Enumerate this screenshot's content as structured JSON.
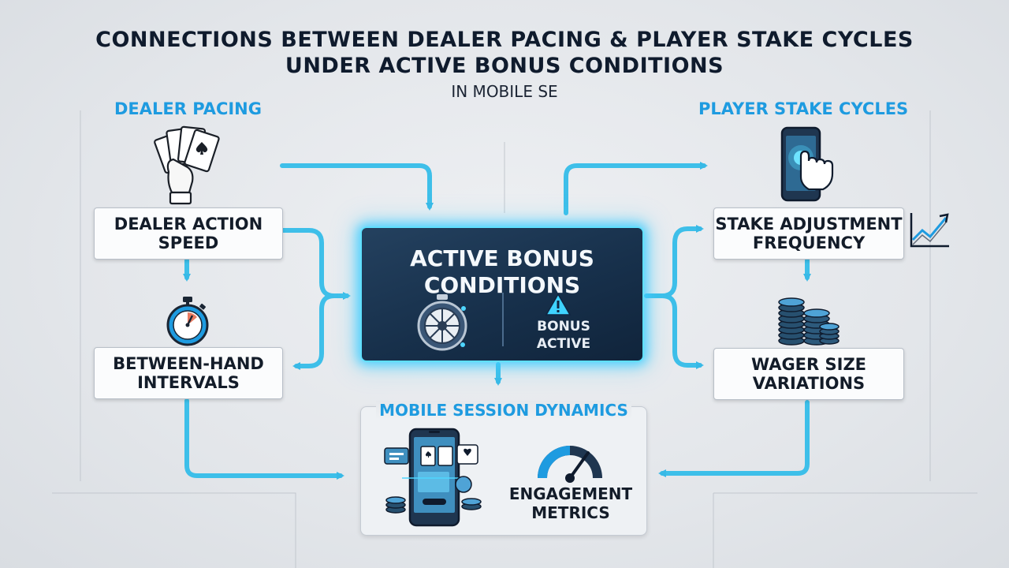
{
  "title": {
    "line1": "CONNECTIONS BETWEEN DEALER PACING & PLAYER STAKE CYCLES",
    "line2": "UNDER ACTIVE BONUS CONDITIONS",
    "subtitle": "IN MOBILE SE"
  },
  "left_section": {
    "heading": "DEALER PACING",
    "box1": {
      "line1": "DEALER ACTION",
      "line2": "SPEED"
    },
    "box2": {
      "line1": "BETWEEN-HAND",
      "line2": "INTERVALS"
    }
  },
  "right_section": {
    "heading": "PLAYER STAKE CYCLES",
    "box1": {
      "line1": "STAKE ADJUSTMENT",
      "line2": "FREQUENCY"
    },
    "box2": {
      "line1": "WAGER SIZE",
      "line2": "VARIATIONS"
    }
  },
  "center": {
    "line1": "ACTIVE BONUS",
    "line2": "CONDITIONS",
    "badge_line1": "BONUS",
    "badge_line2": "ACTIVE"
  },
  "bottom": {
    "heading": "MOBILE SESSION DYNAMICS",
    "metrics_line1": "ENGAGEMENT",
    "metrics_line2": "METRICS"
  },
  "colors": {
    "accent": "#1e9be0",
    "arrow": "#2fb7e6",
    "center_bg": "#17304b",
    "glow": "#5fe0ff",
    "text_dark": "#0f1b2d"
  },
  "icons": [
    "playing-cards-hand-icon",
    "stopwatch-icon",
    "phone-tap-icon",
    "trend-chart-icon",
    "chip-stack-icon",
    "roulette-wheel-icon",
    "warning-icon",
    "mobile-game-icon",
    "gauge-icon"
  ]
}
